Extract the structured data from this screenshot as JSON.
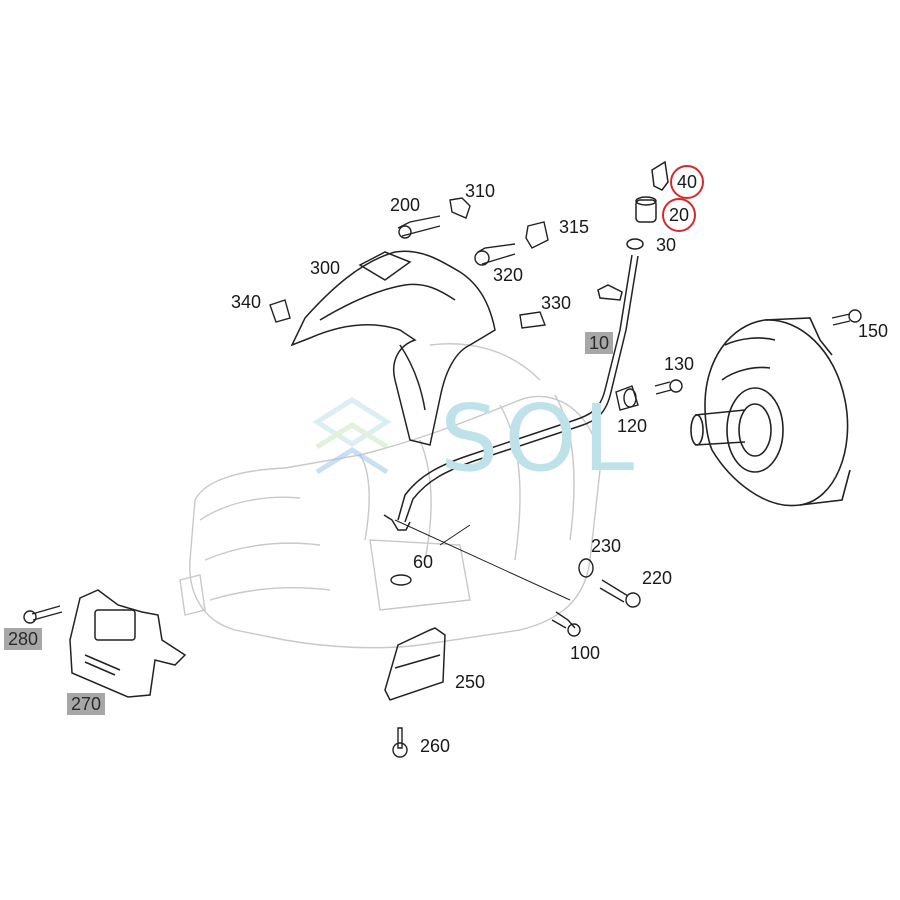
{
  "callouts": [
    {
      "id": "p10",
      "text": "10",
      "style": "boxed"
    },
    {
      "id": "p20",
      "text": "20",
      "style": "circled"
    },
    {
      "id": "p30",
      "text": "30",
      "style": "plain"
    },
    {
      "id": "p40",
      "text": "40",
      "style": "circled"
    },
    {
      "id": "p60",
      "text": "60",
      "style": "plain"
    },
    {
      "id": "p100",
      "text": "100",
      "style": "plain"
    },
    {
      "id": "p120",
      "text": "120",
      "style": "plain"
    },
    {
      "id": "p130",
      "text": "130",
      "style": "plain"
    },
    {
      "id": "p150",
      "text": "150",
      "style": "plain"
    },
    {
      "id": "p200",
      "text": "200",
      "style": "plain"
    },
    {
      "id": "p220",
      "text": "220",
      "style": "plain"
    },
    {
      "id": "p230",
      "text": "230",
      "style": "plain"
    },
    {
      "id": "p250",
      "text": "250",
      "style": "plain"
    },
    {
      "id": "p260",
      "text": "260",
      "style": "plain"
    },
    {
      "id": "p270",
      "text": "270",
      "style": "boxed"
    },
    {
      "id": "p280",
      "text": "280",
      "style": "boxed"
    },
    {
      "id": "p300",
      "text": "300",
      "style": "plain"
    },
    {
      "id": "p310",
      "text": "310",
      "style": "plain"
    },
    {
      "id": "p315",
      "text": "315",
      "style": "plain"
    },
    {
      "id": "p320",
      "text": "320",
      "style": "plain"
    },
    {
      "id": "p330",
      "text": "330",
      "style": "plain"
    },
    {
      "id": "p340",
      "text": "340",
      "style": "plain"
    }
  ],
  "watermark": {
    "text": "SOL"
  },
  "colors": {
    "highlight_circle": "#d42a2a",
    "label_box": "#a7a7a7",
    "line": "#222222",
    "ghost_line": "#c8c8c8",
    "watermark": "#bfe2ea"
  }
}
